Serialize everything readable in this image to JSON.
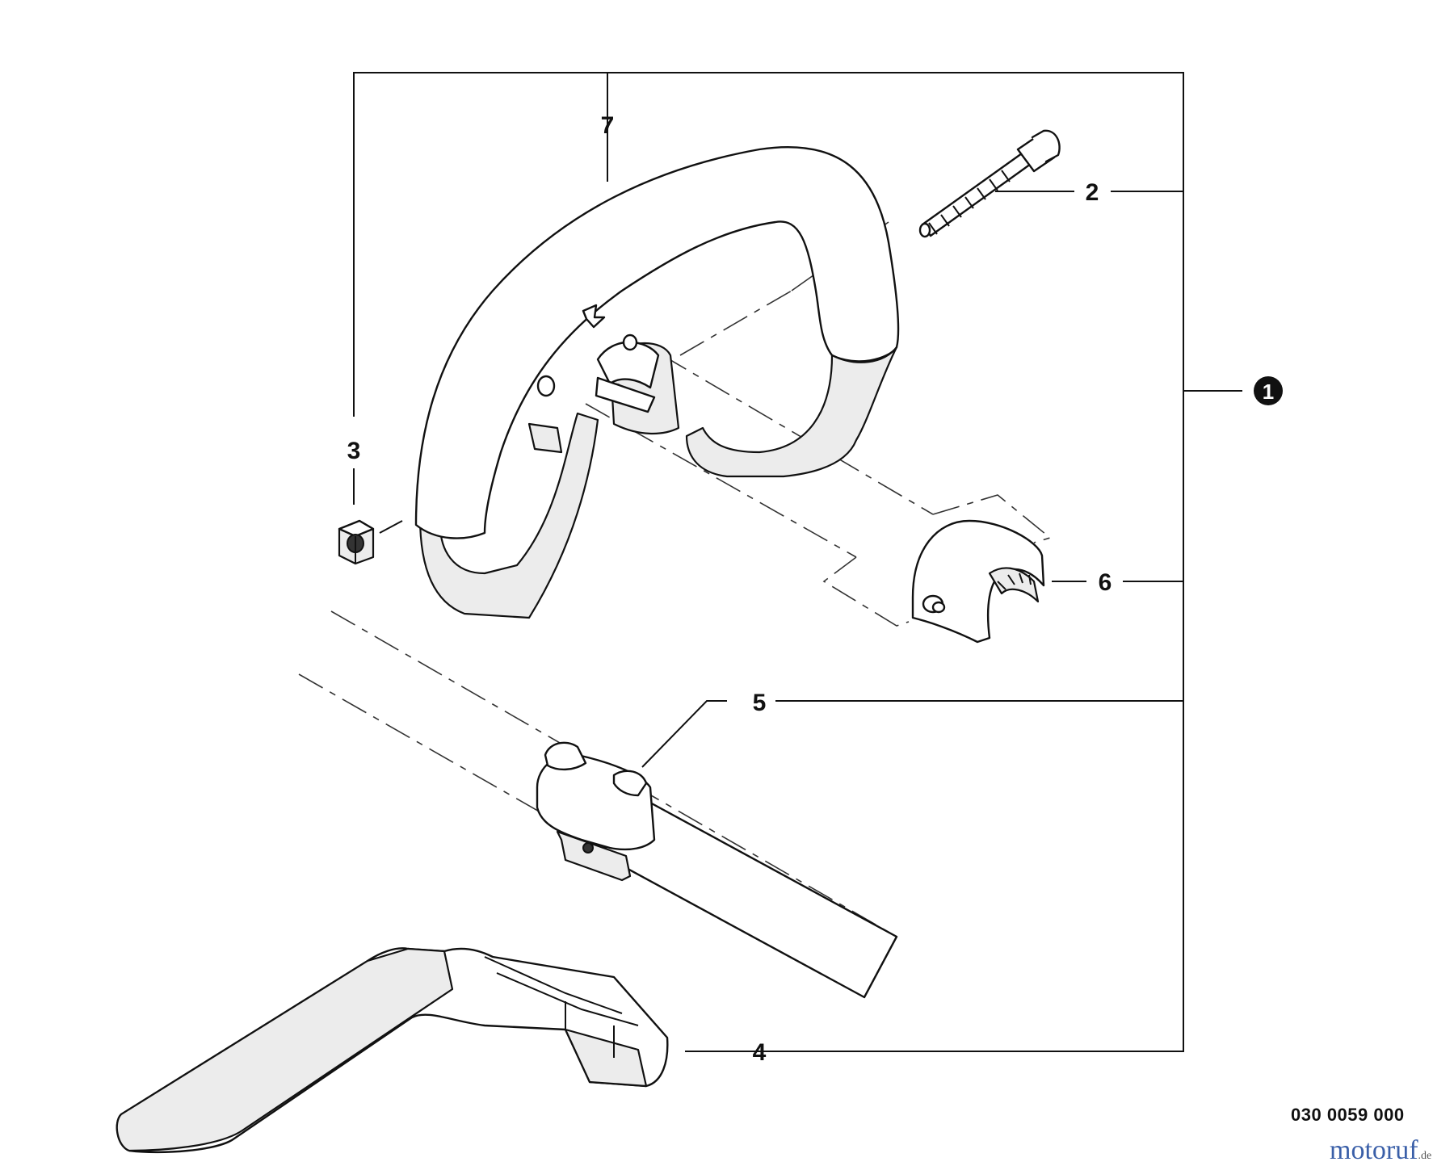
{
  "labels": {
    "part_7": "7",
    "part_2": "2",
    "part_1": "1",
    "part_3": "3",
    "part_6": "6",
    "part_5": "5",
    "part_4": "4"
  },
  "figure_code": "030 0059 000",
  "watermark": {
    "name": "motoruf",
    "suffix": ".de"
  }
}
